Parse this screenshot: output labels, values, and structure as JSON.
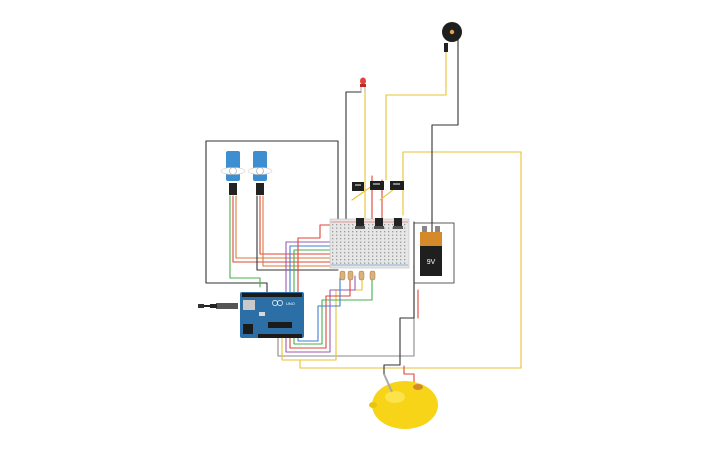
{
  "workspace": {
    "background": "#ffffff"
  },
  "battery": {
    "label": "9V",
    "body_color": "#1f1f1f",
    "cap_color": "#d4892a"
  },
  "arduino": {
    "board_color": "#2b6fa6",
    "logo_text": "UNO"
  },
  "colors": {
    "wire_red": "#e0433a",
    "wire_green": "#43b049",
    "wire_yellow": "#e8c232",
    "wire_blue": "#3f7fd0",
    "wire_black": "#333333",
    "wire_gray": "#8a8a8a",
    "wire_purple": "#9b59b6",
    "servo_blue": "#3d8fd1",
    "lemon": "#f7d418",
    "breadboard": "#e6e6e6"
  },
  "components": {
    "servos": [
      "servo-1",
      "servo-2"
    ],
    "transistors": [
      "transistor-1",
      "transistor-2",
      "transistor-3"
    ],
    "resistors": [
      "resistor-1",
      "resistor-2",
      "resistor-3",
      "resistor-4"
    ],
    "other": [
      "piezo-buzzer",
      "led",
      "lemon",
      "breadboard",
      "usb-plug",
      "dc-jack"
    ]
  }
}
